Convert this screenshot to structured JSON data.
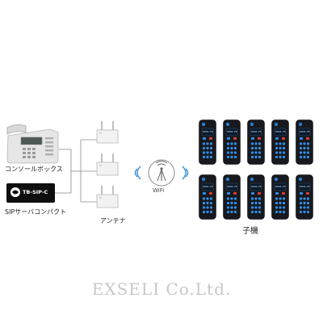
{
  "diagram": {
    "console_label": "コンソールボックス",
    "sip_label": "SIPサーバコンパクト",
    "sip_device_text": "TB-SIP-C",
    "antenna_label": "アンテナ",
    "wifi_label": "WiFi",
    "handsets_label": "子機",
    "handset_screen_text": "0901-70",
    "handset_count": 10
  },
  "watermark": {
    "text": "EXSELI Co.Ltd."
  },
  "colors": {
    "handset_body": "#17191e",
    "handset_keys": "#2f8fe8",
    "handset_accent": "#e04030",
    "lines": "#8a8a8a"
  }
}
